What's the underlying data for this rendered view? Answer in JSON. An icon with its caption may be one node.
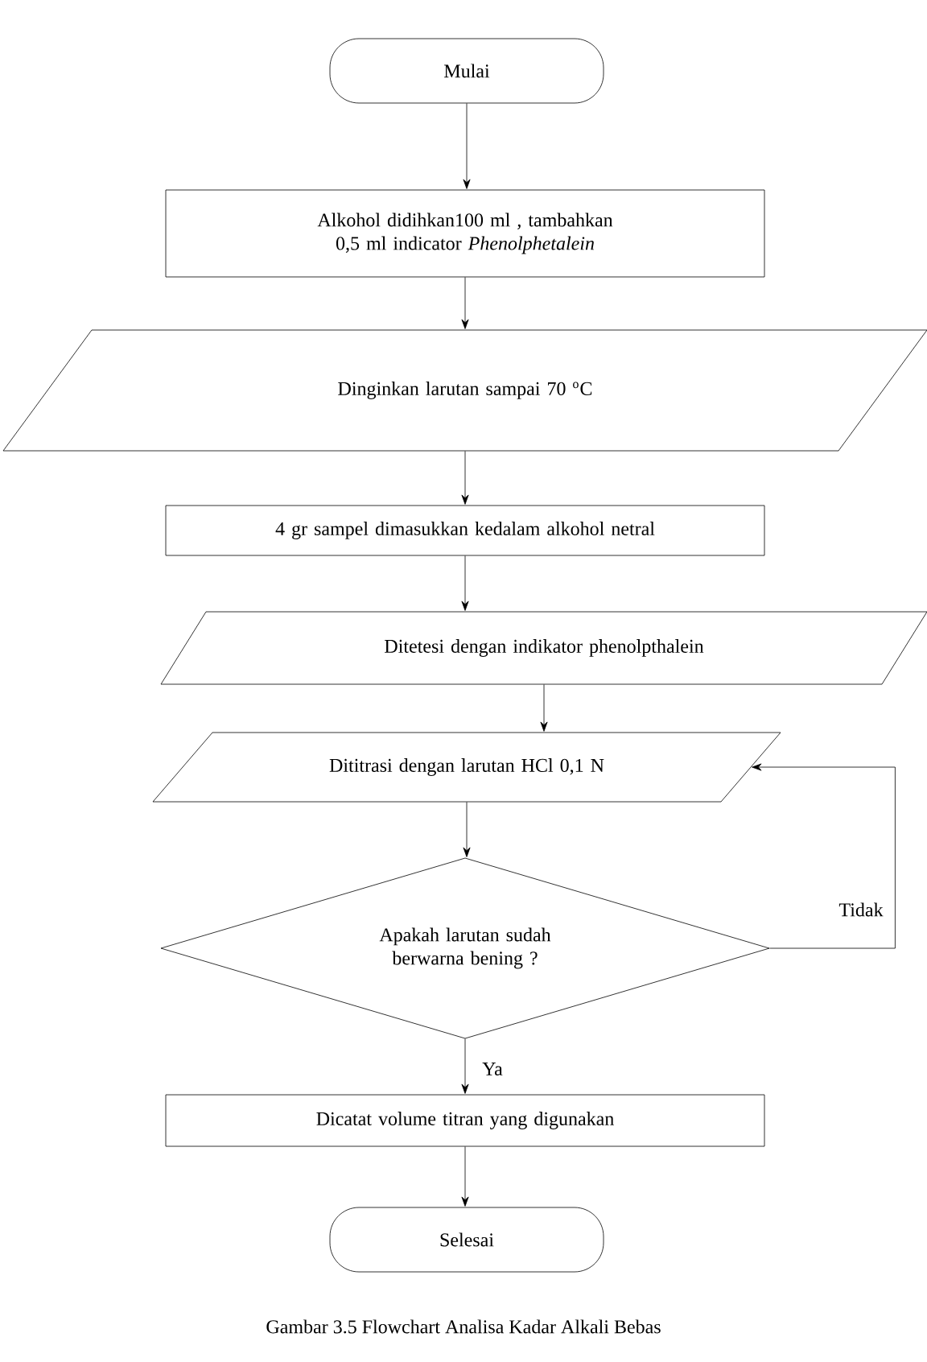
{
  "diagram": {
    "caption": "Gambar 3.5 Flowchart Analisa Kadar Alkali Bebas",
    "nodes": [
      {
        "text": [
          "Mulai"
        ]
      },
      {
        "text": [
          "Alkohol didihkan100 ml , tambahkan 0,5 ml indicator *Phenolphetalein*"
        ]
      },
      {
        "text": [
          "Dinginkan larutan sampai 70 $^{o}$C"
        ]
      },
      {
        "text": [
          "4 gr sampel dimasukkan kedalam alkohol netral"
        ]
      },
      {
        "text": [
          "Ditetesi dengan indikator phenolpthalein"
        ]
      },
      {
        "text": [
          "Dititrasi dengan larutan HCl 0,1 N"
        ]
      },
      {
        "text": [
          "Apakah larutan sudah berwarna bening ?"
        ]
      },
      {
        "text": [
          "Dicatat volume titran yang digunakan"
        ]
      },
      {
        "text": [
          "Selesai"
        ]
      }
    ],
    "edges": [
      {
        "from": 0,
        "to": 1,
        "arrow": "to"
      },
      {
        "from": 1,
        "to": 2,
        "arrow": "to"
      },
      {
        "from": 2,
        "to": 3,
        "arrow": "to"
      },
      {
        "from": 3,
        "to": 4,
        "arrow": "to"
      },
      {
        "from": 4,
        "to": 5,
        "arrow": "to"
      },
      {
        "from": 5,
        "to": 6,
        "arrow": "to"
      },
      {
        "from": 6,
        "to": 5,
        "arrow": "to",
        "label": "Tidak"
      },
      {
        "from": 6,
        "to": 7,
        "arrow": "to",
        "label": "Ya"
      },
      {
        "from": 7,
        "to": 8,
        "arrow": "to"
      }
    ]
  }
}
